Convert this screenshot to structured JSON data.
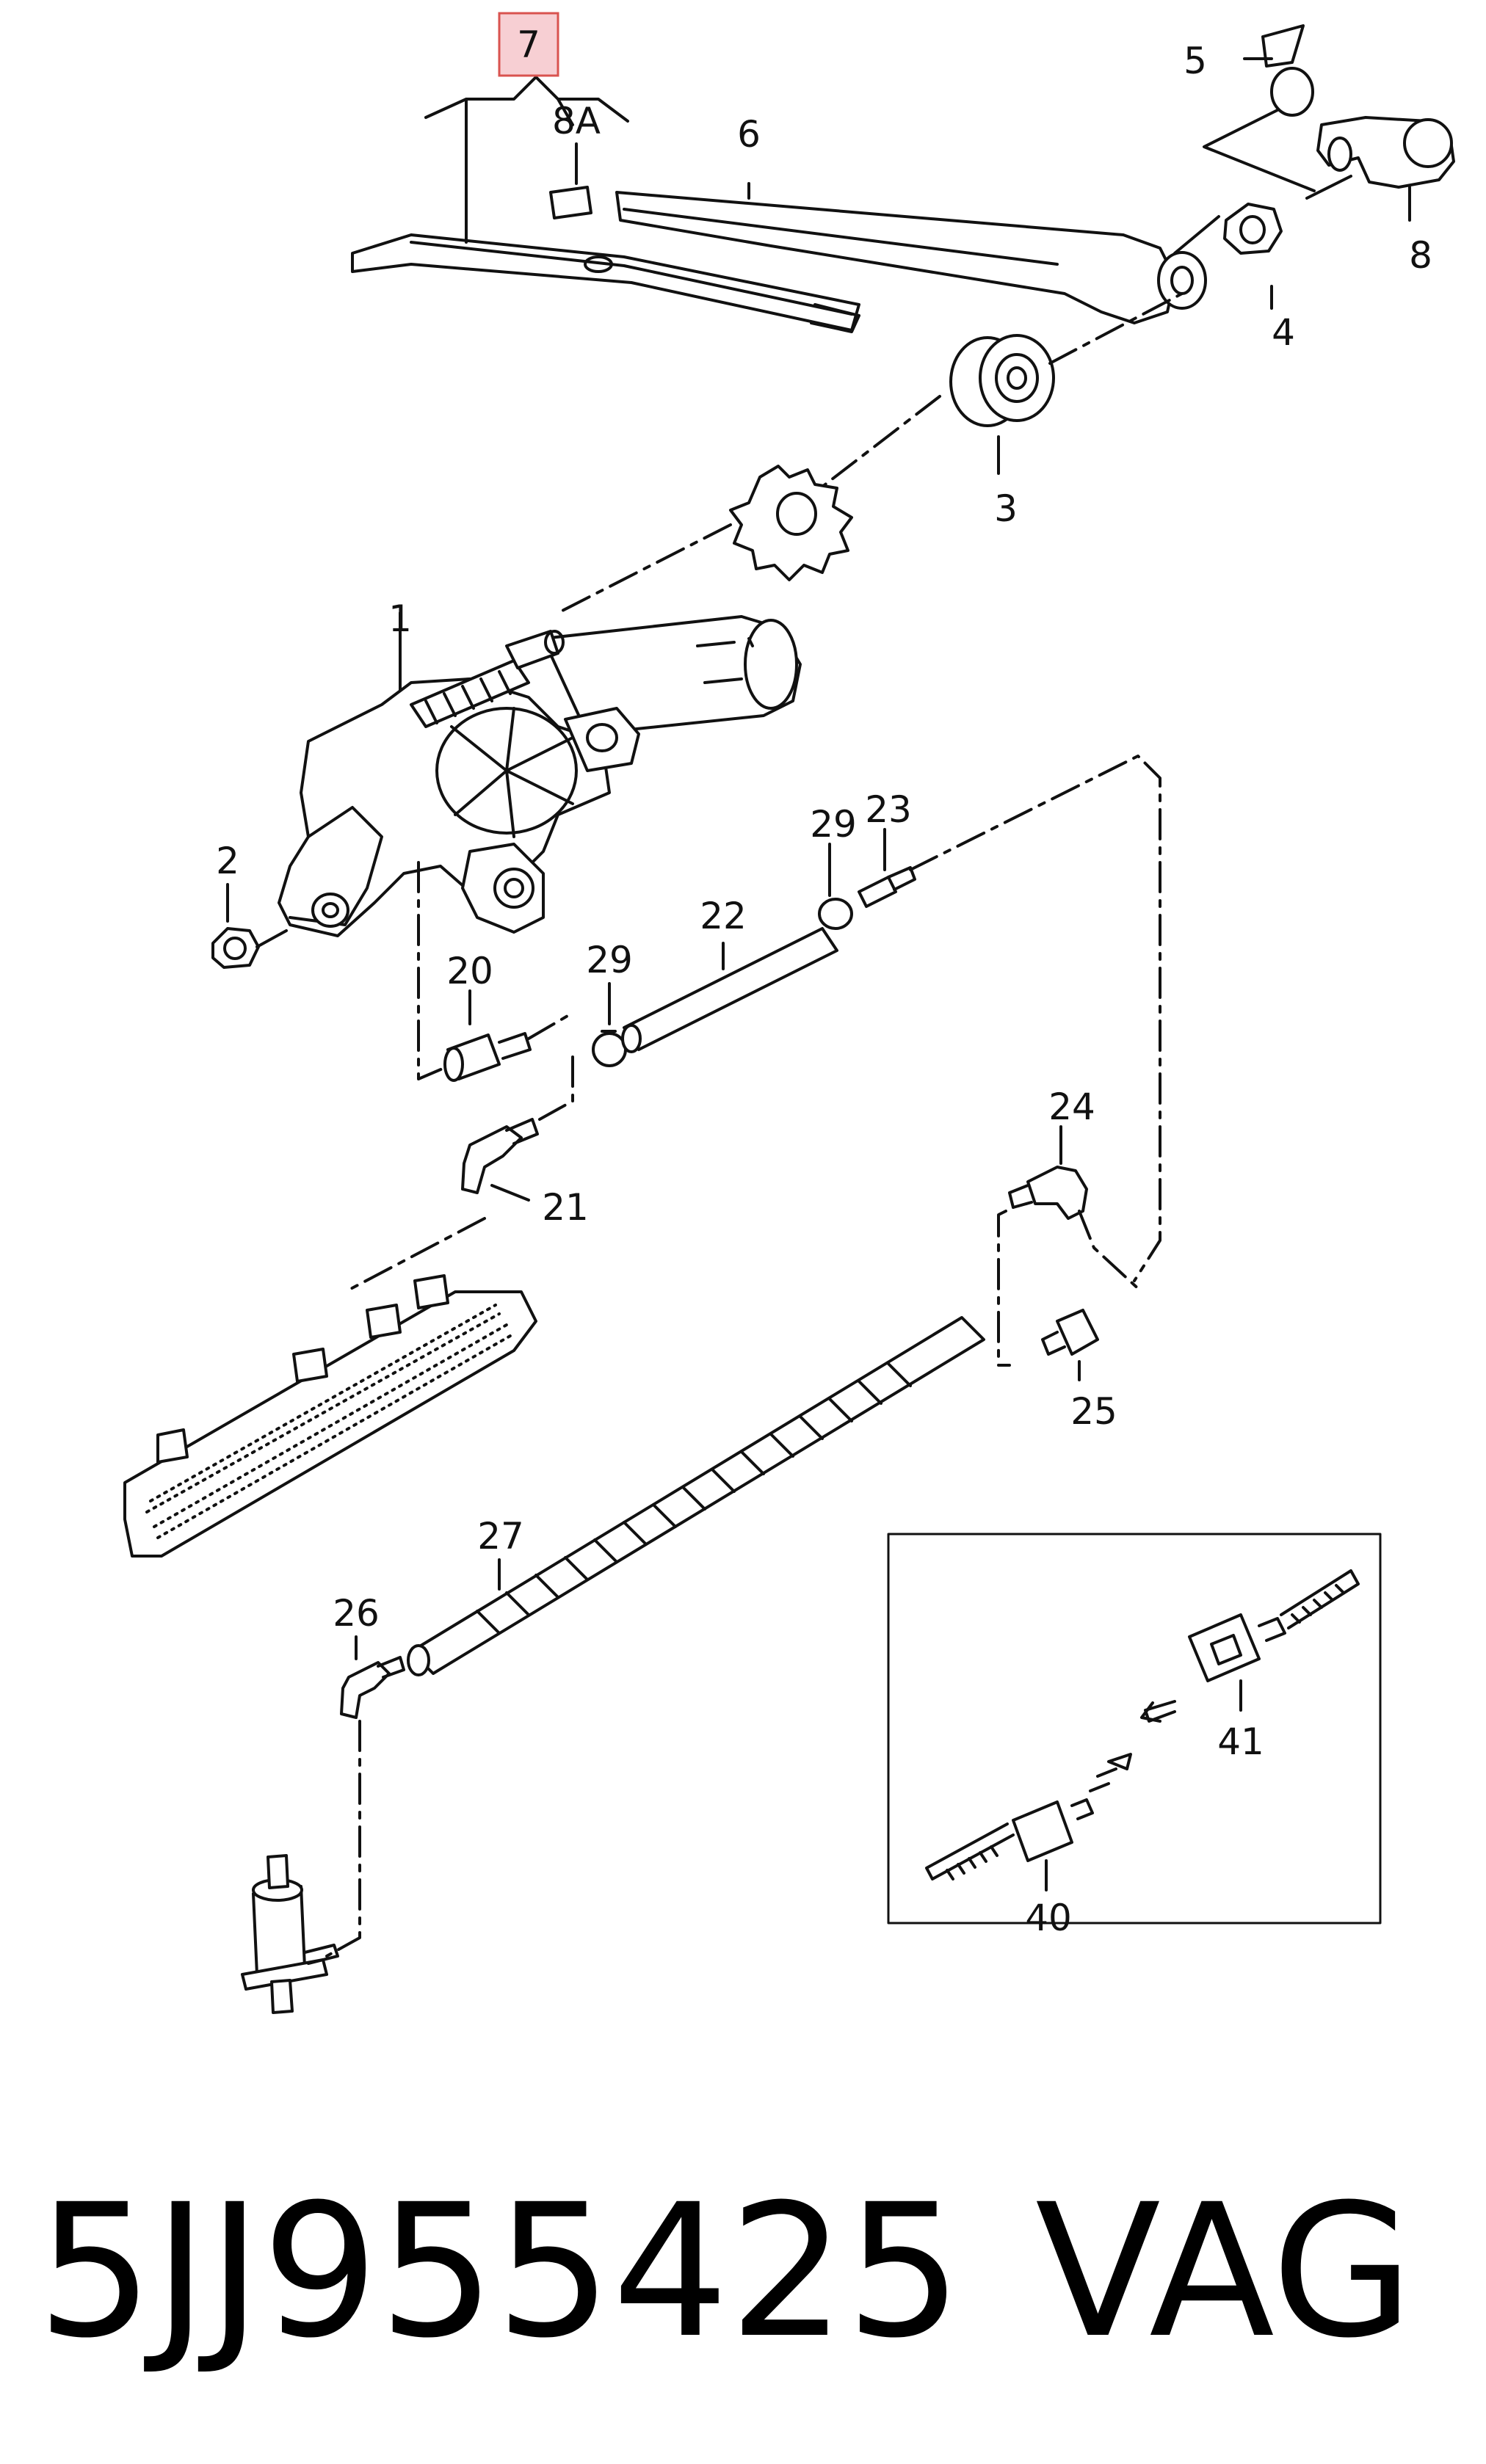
{
  "diagram": {
    "callouts": {
      "c7": "7",
      "c8A": "8A",
      "c6": "6",
      "c5": "5",
      "c8": "8",
      "c4": "4",
      "c3": "3",
      "c1": "1",
      "c2": "2",
      "c20": "20",
      "c29a": "29",
      "c29b": "29",
      "c22": "22",
      "c23": "23",
      "c21": "21",
      "c24": "24",
      "c25": "25",
      "c27": "27",
      "c26": "26",
      "c41": "41",
      "c40": "40"
    },
    "highlight_color": "#f7cfd3",
    "highlight_border": "#d9534f"
  },
  "caption": {
    "part_number": "5JJ955425",
    "brand": "VAG"
  }
}
